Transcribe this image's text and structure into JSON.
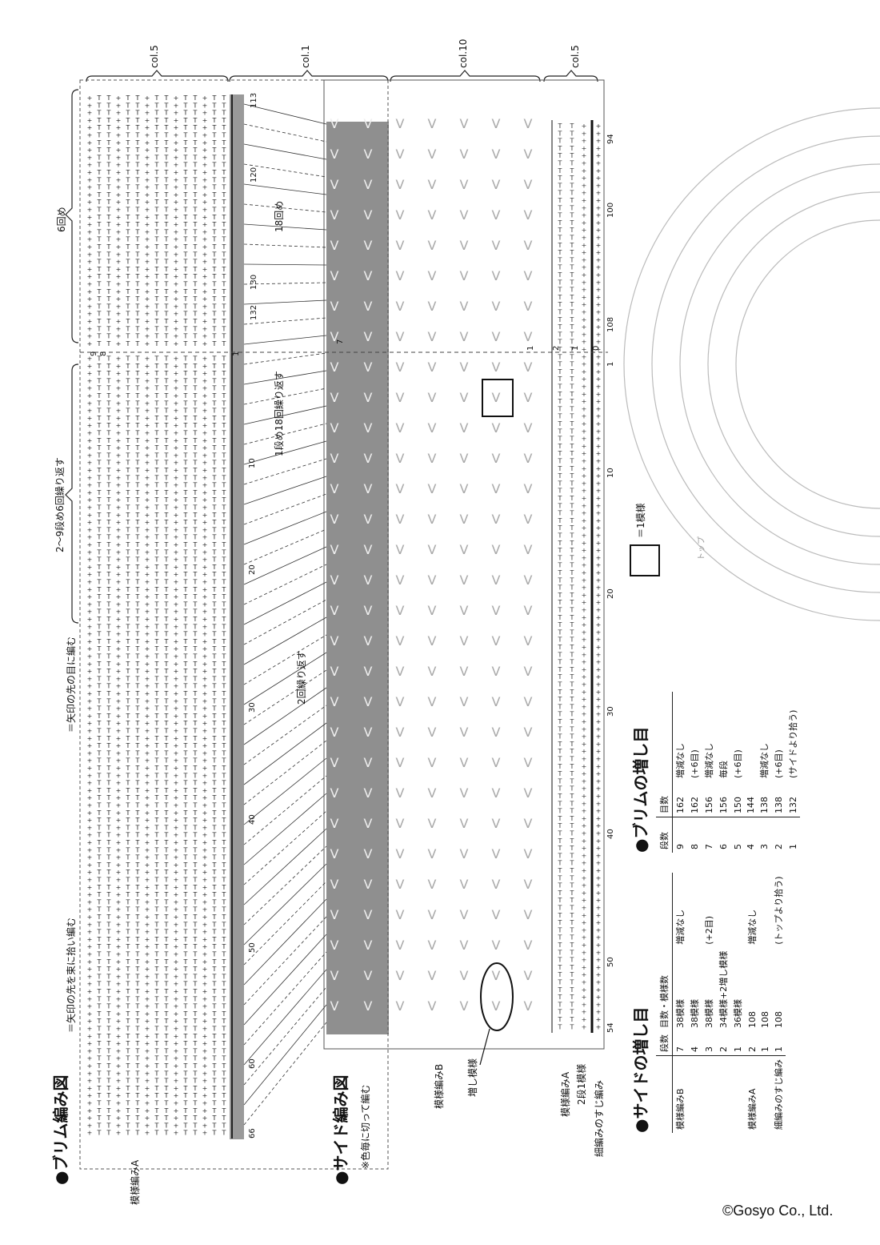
{
  "brim": {
    "title": "●ブリム編み図",
    "col_labels": [
      "col.5",
      "col.1",
      "col.10",
      "col.5"
    ],
    "repeat_6": "6回め",
    "repeat_2_9": "2〜9段め6回繰り返す",
    "legend_dashed": "＝矢印の先を束に拾い編む",
    "legend_solid": "＝矢印の先の目に編む",
    "pattern_a_label": "模様編みA",
    "row_nums": [
      "113",
      "120",
      "130",
      "132",
      "18回め",
      "7",
      "1",
      "10",
      "20",
      "30",
      "40",
      "50",
      "60",
      "66"
    ],
    "top_rows": [
      "9",
      "8",
      "1"
    ]
  },
  "side": {
    "title": "●サイド編み図",
    "note": "※色毎に切って編む",
    "repeat_1": "1段め18回繰り返す",
    "repeat_2": "2回繰り返す",
    "pattern_b_label": "模様編みB",
    "increase_label": "増し模様",
    "pattern_a_label": "模様編みA",
    "pattern_a_sub": "2段1模様",
    "bottom_label": "細編みのすじ編み",
    "row_nums": [
      "94",
      "100",
      "108",
      "1",
      "10",
      "20",
      "30",
      "40",
      "50",
      "54"
    ],
    "right_nums": [
      "2",
      "1",
      "0"
    ]
  },
  "key": {
    "label": "＝1模様"
  },
  "top_label": "トップ",
  "table_side": {
    "title": "●サイドの増し目",
    "headers": [
      "段数",
      "目数・模様数"
    ],
    "rows": [
      [
        "模様編みB",
        "7",
        "38模様",
        "増減なし"
      ],
      [
        "",
        "4",
        "38模様",
        ""
      ],
      [
        "",
        "3",
        "38模様",
        "(+2目)"
      ],
      [
        "",
        "2",
        "34模様+2増し模様",
        ""
      ],
      [
        "",
        "1",
        "36模様",
        ""
      ],
      [
        "模様編みA",
        "2",
        "108",
        "増減なし"
      ],
      [
        "",
        "1",
        "108",
        ""
      ],
      [
        "細編みのすじ編み",
        "1",
        "108",
        "(トップより拾う)"
      ]
    ]
  },
  "table_brim": {
    "title": "●ブリムの増し目",
    "headers": [
      "段数",
      "目数"
    ],
    "rows": [
      [
        "9",
        "162",
        "増減なし"
      ],
      [
        "8",
        "162",
        "(+6目)"
      ],
      [
        "7",
        "156",
        "増減なし"
      ],
      [
        "6",
        "156",
        "毎段"
      ],
      [
        "5",
        "150",
        "(+6目)"
      ],
      [
        "4",
        "144",
        ""
      ],
      [
        "3",
        "138",
        "増減なし"
      ],
      [
        "2",
        "138",
        "(+6目)"
      ],
      [
        "1",
        "132",
        "(サイドより拾う)"
      ]
    ]
  },
  "footer": "©Gosyo Co., Ltd."
}
